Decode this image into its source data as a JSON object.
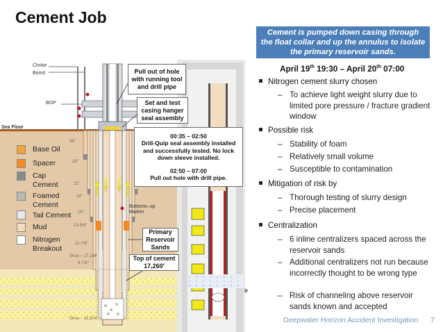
{
  "title": "Cement Job",
  "banner": "Cement is pumped down casing through the float collar and up the annulus to isolate the primary reservoir sands.",
  "date_heading": {
    "start": "April 19",
    "start_sup": "th",
    "start_time": " 19:30 – April 20",
    "end_sup": "th",
    "end_time": " 07:00"
  },
  "bullets": [
    {
      "text": "Nitrogen cement slurry chosen",
      "subs": [
        "To achieve light weight slurry due to limited pore pressure / fracture gradient window"
      ]
    },
    {
      "text": "Possible risk",
      "subs": [
        "Stability of foam",
        "Relatively small volume",
        "Susceptible to contamination"
      ]
    },
    {
      "text": "Mitigation of risk by",
      "subs": [
        "Thorough testing of slurry design",
        "Precise placement"
      ]
    },
    {
      "text": "Centralization",
      "subs": [
        "6 inline centralizers spaced across the reservoir sands",
        "Additional centralizers not run because incorrectly thought to be wrong type",
        "Risk of channeling above reservoir sands known and accepted"
      ]
    }
  ],
  "legend": [
    {
      "label": "Base Oil",
      "color": "#f7a23a"
    },
    {
      "label": "Spacer",
      "color": "#f58a1f"
    },
    {
      "label": "Cap Cement",
      "color": "#8a8a8a"
    },
    {
      "label": "Foamed Cement",
      "color": "#b9b9b9"
    },
    {
      "label": "Tail Cement",
      "color": "#e8e8e8"
    },
    {
      "label": "Mud",
      "color": "#f3dcc0"
    },
    {
      "label": "Nitrogen Breakout",
      "color": "#ffffff"
    }
  ],
  "diagram_labels": {
    "choke": "Choke",
    "boost": "Boost",
    "bop": "BOP",
    "sea_floor": "Sea Floor",
    "bottoms_up": "Bottoms–up Marker",
    "cut_letter": "ir"
  },
  "casing_sizes": [
    "36\"",
    "28\"",
    "22\"",
    "18\"",
    "16\"",
    "13-5/8\"",
    "11-7/8\"",
    "Shoe – 17,168'",
    "9-7/8\"",
    "Shoe – 18,304'"
  ],
  "callouts": {
    "pull_out": "Pull out of hole with running tool and drill pipe",
    "set_test": "Set and test casing hanger seal assembly",
    "timeline1_time": "00:35 – 02:50",
    "timeline1_text": "Drill-Quip seal assembly installed and successfully tested. No lock down sleeve installed.",
    "timeline2_time": "02:50 – 07:00",
    "timeline2_text": "Pull out hole with drill pipe.",
    "primary_sands": "Primary Reservoir Sands",
    "top_cement": "Top of cement 17,260'"
  },
  "footer": "Deepwater Horizon Accident Investigation",
  "page_number": "7"
}
